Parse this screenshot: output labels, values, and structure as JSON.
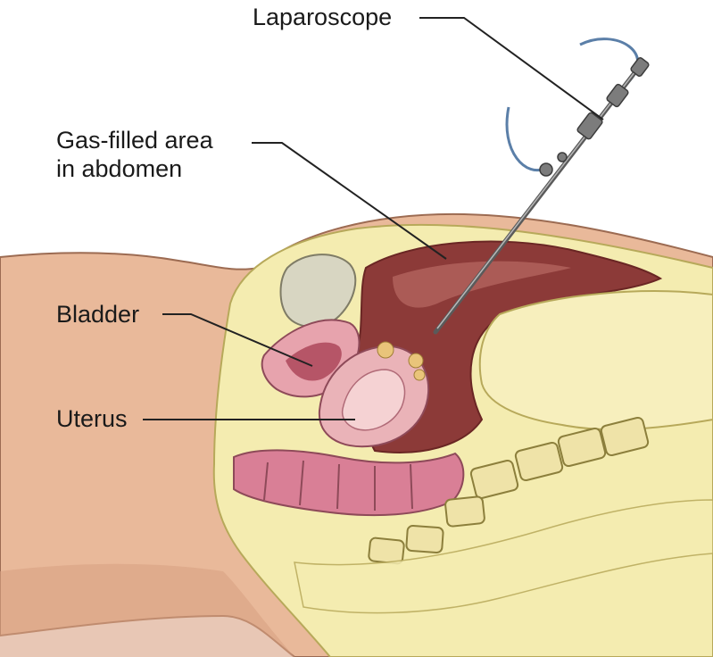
{
  "labels": {
    "laparoscope": "Laparoscope",
    "gas_filled_line1": "Gas-filled area",
    "gas_filled_line2": "in abdomen",
    "bladder": "Bladder",
    "uterus": "Uterus"
  },
  "colors": {
    "skin": "#e9b99a",
    "skin_shadow": "#c98d6c",
    "fat": "#f4ecb0",
    "fat_outline": "#b7a95a",
    "cavity": "#8c3a38",
    "cavity_light": "#b86a64",
    "organ_pink": "#e7a3ad",
    "organ_dark": "#b65567",
    "intestine": "#d97f96",
    "bone": "#efe3a8",
    "bladder_fill": "#d8d6c2",
    "instrument": "#5a5a5a",
    "tube": "#5b7fa8",
    "leader_line": "#222222"
  }
}
